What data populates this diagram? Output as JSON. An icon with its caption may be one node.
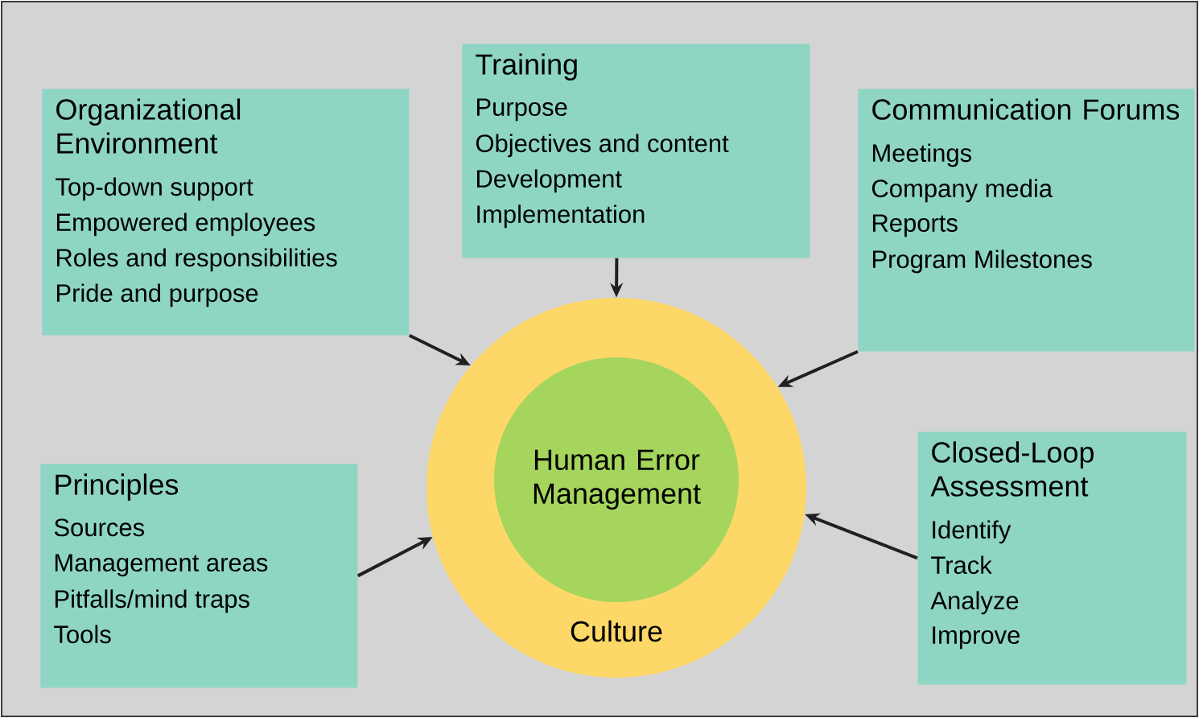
{
  "diagram": {
    "nodes": [
      {
        "text": [
          "Organizational Environment",
          "Top-down support",
          "Empowered employees",
          "Roles and responsibilities",
          "Pride and purpose"
        ]
      },
      {
        "text": [
          "Training",
          "Purpose",
          "Objectives and content",
          "Development",
          "Implementation"
        ]
      },
      {
        "text": [
          "Communication Forums",
          "Meetings",
          "Company media",
          "Reports",
          "Program Milestones"
        ]
      },
      {
        "text": [
          "Principles",
          "Sources",
          "Management areas",
          "Pitfalls/mind traps",
          "Tools"
        ]
      },
      {
        "text": [
          "Closed-Loop Assessment",
          "Identify",
          "Track",
          "Analyze",
          "Improve"
        ]
      },
      {
        "text": [
          "Culture"
        ]
      },
      {
        "text": [
          "Human Error Management"
        ],
        "in": 5
      }
    ],
    "edges": [
      {
        "from": 0,
        "to": 5,
        "arrow": "to"
      },
      {
        "from": 1,
        "to": 5,
        "arrow": "to"
      },
      {
        "from": 2,
        "to": 5,
        "arrow": "to"
      },
      {
        "from": 3,
        "to": 5,
        "arrow": "to"
      },
      {
        "from": 4,
        "to": 5,
        "arrow": "to"
      }
    ]
  }
}
